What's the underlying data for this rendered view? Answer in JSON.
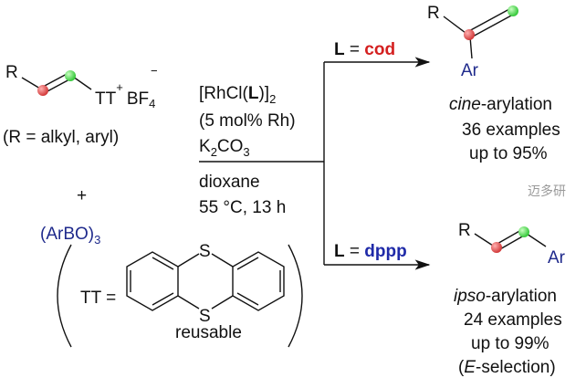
{
  "reactant": {
    "r": "R",
    "tt": "TT",
    "plus_charge": "+",
    "bf": "BF",
    "bf_sub": "4",
    "minus_charge": "−",
    "note": "(R = alkyl, aryl)"
  },
  "plus_sign": "+",
  "boronic": {
    "main": "(ArBO)",
    "sub": "3"
  },
  "thianthrene": {
    "label": "TT =",
    "s_top": "S",
    "s_bottom": "S",
    "note": "reusable"
  },
  "conditions": {
    "cat_pre": "[RhCl(",
    "cat_L": "L",
    "cat_post": ")]",
    "cat_sub": "2",
    "loading": "(5 mol% Rh)",
    "base_k": "K",
    "base_k_sub": "2",
    "base_co": "CO",
    "base_co_sub": "3",
    "solvent": "dioxane",
    "temp_time": "55 °C, 13 h"
  },
  "top_branch": {
    "L": "L",
    "eq": " = ",
    "ligand": "cod",
    "color": "#d42020"
  },
  "bottom_branch": {
    "L": "L",
    "eq": " = ",
    "ligand": "dppp",
    "color": "#1f2aa8"
  },
  "cine_product": {
    "r": "R",
    "ar": "Ar",
    "title_italic": "cine",
    "title_rest": "-arylation",
    "examples": "36 examples",
    "yield": "up to 95%"
  },
  "ipso_product": {
    "r": "R",
    "ar": "Ar",
    "title_italic": "ipso",
    "title_rest": "-arylation",
    "examples": "24 examples",
    "yield": "up to 99%",
    "sel_open": "(",
    "sel_italic": "E",
    "sel_rest": "-selection)"
  },
  "watermark": "迈多研"
}
